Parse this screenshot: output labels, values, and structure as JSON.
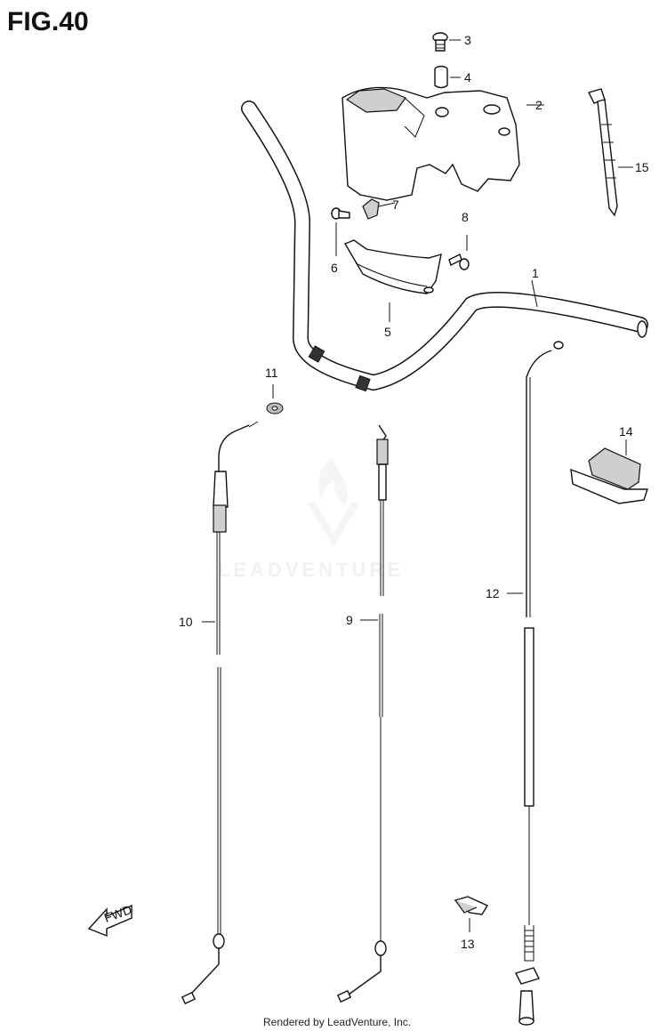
{
  "figure": {
    "title": "FIG.40",
    "footer": "Rendered by LeadVenture, Inc.",
    "watermark": "LEADVENTURE",
    "fwd_label": "FWD"
  },
  "callouts": {
    "c1": "1",
    "c2": "2",
    "c3": "3",
    "c4": "4",
    "c5": "5",
    "c6": "6",
    "c7": "7",
    "c8": "8",
    "c9": "9",
    "c10": "10",
    "c11": "11",
    "c12": "12",
    "c13": "13",
    "c14": "14",
    "c15": "15"
  }
}
